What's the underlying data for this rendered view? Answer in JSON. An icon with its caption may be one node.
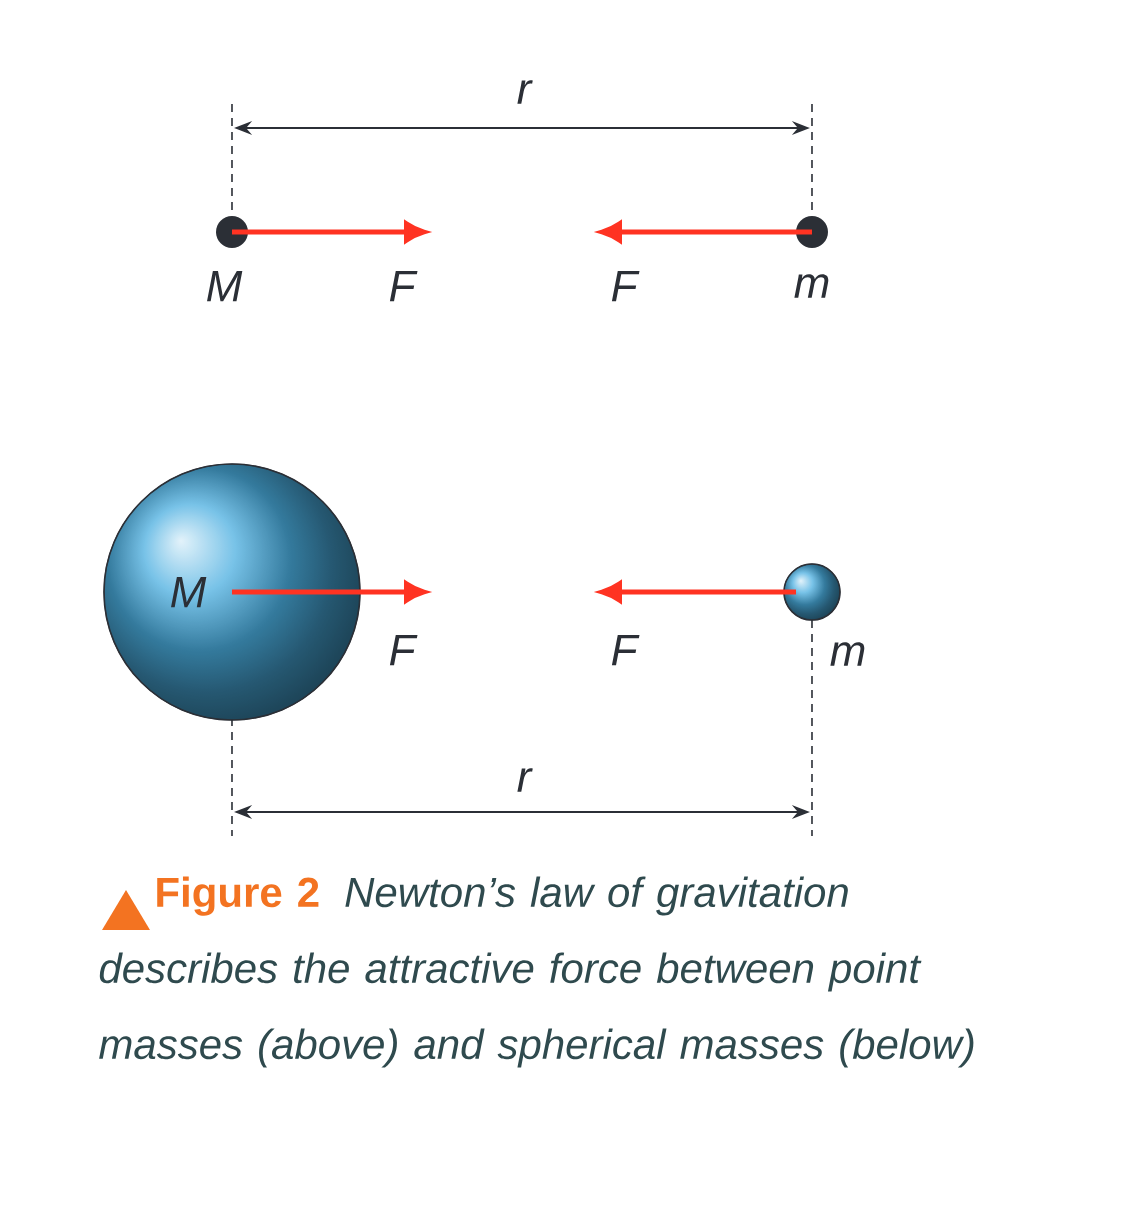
{
  "diagram": {
    "caption": "Newton’s law of gravitation describes the attractive force between point masses (above) and spherical masses (below)",
    "nodes": [
      {
        "text": [
          "M"
        ]
      },
      {
        "text": [
          "m"
        ]
      },
      {
        "text": [
          "M"
        ]
      },
      {
        "text": [
          "m"
        ]
      }
    ],
    "labels": [
      "r",
      "F",
      "F",
      "F",
      "F",
      "r",
      "Figure 2"
    ]
  }
}
